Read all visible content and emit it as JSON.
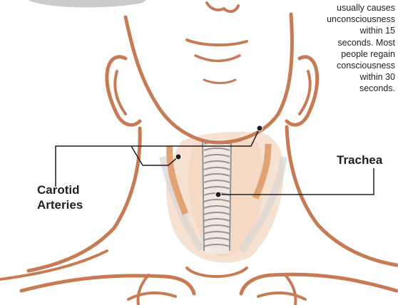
{
  "note": {
    "lines": [
      "usually causes",
      "unconsciousness",
      "within 15",
      "seconds. Most",
      "people regain",
      "consciousness",
      "within 30",
      "seconds."
    ]
  },
  "labels": {
    "trachea": "Trachea",
    "carotid_line1": "Carotid",
    "carotid_line2": "Arteries"
  },
  "colors": {
    "outline": "#c77b55",
    "neck_fill": "#f6ddc9",
    "artery": "#e2a77b",
    "trachea_ring": "#9a9ea2",
    "leader_line": "#1f1f1f",
    "background": "#ffffff"
  }
}
